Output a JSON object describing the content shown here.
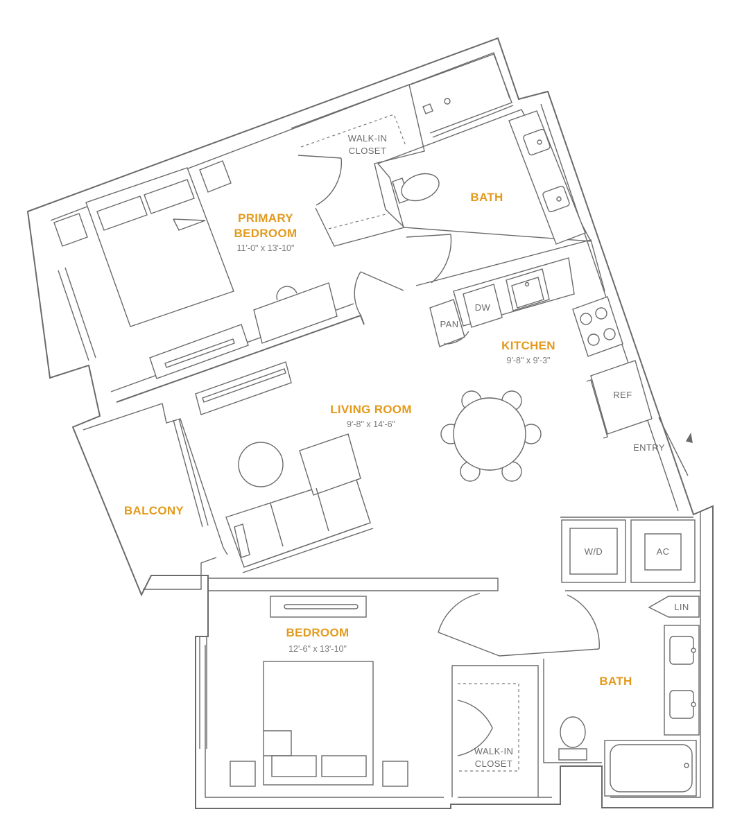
{
  "rooms": {
    "primary_bedroom": {
      "line1": "PRIMARY",
      "line2": "BEDROOM",
      "dims": "11'-0\" x 13'-10\""
    },
    "bath_primary": {
      "name": "BATH"
    },
    "kitchen": {
      "name": "KITCHEN",
      "dims": "9'-8\" x 9'-3\""
    },
    "living_room": {
      "name": "LIVING ROOM",
      "dims": "9'-8\" x 14'-6\""
    },
    "balcony": {
      "name": "BALCONY"
    },
    "bedroom": {
      "name": "BEDROOM",
      "dims": "12'-6\" x 13'-10\""
    },
    "bath_second": {
      "name": "BATH"
    }
  },
  "labels": {
    "walk_in_closet_top_1": "WALK-IN",
    "walk_in_closet_top_2": "CLOSET",
    "walk_in_closet_bottom_1": "WALK-IN",
    "walk_in_closet_bottom_2": "CLOSET",
    "dw": "DW",
    "pan": "PAN",
    "ref": "REF",
    "entry": "ENTRY",
    "wd": "W/D",
    "ac": "AC",
    "lin": "LIN"
  },
  "colors": {
    "room_label": "#e39a1c",
    "wall": "#6a6a6a",
    "text": "#7a7a7a"
  }
}
